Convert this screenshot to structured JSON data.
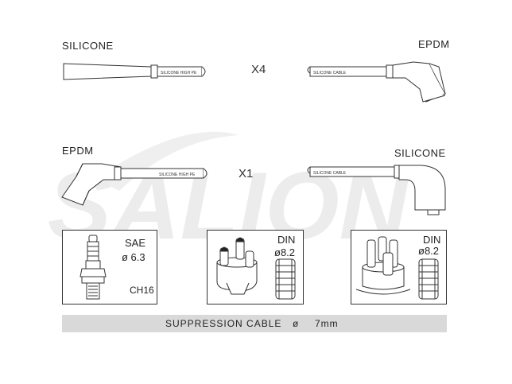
{
  "watermark": "SALION",
  "row1": {
    "left_material": "SILICONE",
    "right_material": "EPDM",
    "multiplier": "X4",
    "left_cable_print": "SILICONE  HIGH PE",
    "right_cable_print": "SILICONE CABLE"
  },
  "row2": {
    "left_material": "EPDM",
    "right_material": "SILICONE",
    "multiplier": "X1",
    "left_cable_print": "SILICONE  HIGH PE",
    "right_cable_print": "SILICONE CABLE"
  },
  "boxes": [
    {
      "standard": "SAE",
      "diameter": "ø 6.3",
      "extra": "CH16"
    },
    {
      "standard": "DIN",
      "diameter": "ø8.2"
    },
    {
      "standard": "DIN",
      "diameter": "ø8.2"
    }
  ],
  "footer": {
    "label": "SUPPRESSION CABLE",
    "symbol": "ø",
    "value": "7mm"
  },
  "colors": {
    "line": "#333333",
    "bar": "#d9d9d9",
    "watermark": "#e6e6e6"
  }
}
